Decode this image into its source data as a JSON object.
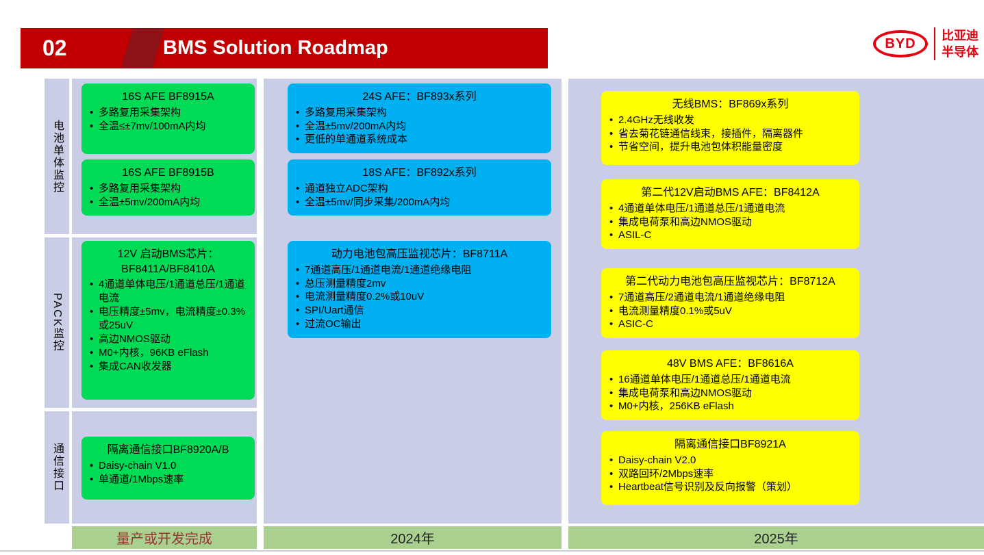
{
  "header": {
    "section_number": "02",
    "title": "BMS Solution Roadmap",
    "logo": {
      "brand": "BYD",
      "company_line1": "比亚迪",
      "company_line2": "半导体"
    }
  },
  "colors": {
    "accent_red": "#C00000",
    "logo_red": "#E60012",
    "green_card": "#00DB55",
    "blue_card": "#00B0F0",
    "yellow_card": "#FFFF00",
    "column_bg": "#C9CEE6",
    "footer_bar_green": "#A9D08E"
  },
  "rows": [
    {
      "label": "电池单体监控"
    },
    {
      "label": "PACK监控"
    },
    {
      "label": "通信接口"
    }
  ],
  "columns": [
    {
      "footer_label": "量产或开发完成",
      "cards": [
        {
          "title": "16S AFE BF8915A",
          "bullets": [
            "多路复用采集架构",
            "全温≤±7mv/100mA内均"
          ]
        },
        {
          "title": "16S AFE BF8915B",
          "bullets": [
            "多路复用采集架构",
            "全温±5mv/200mA内均"
          ]
        },
        {
          "title": "12V 启动BMS芯片：\nBF8411A/BF8410A",
          "bullets": [
            "4通道单体电压/1通道总压/1通道电流",
            "电压精度±5mv，电流精度±0.3%或25uV",
            "高边NMOS驱动",
            "M0+内核，96KB eFlash",
            "集成CAN收发器"
          ]
        },
        {
          "title": "隔离通信接口BF8920A/B",
          "bullets": [
            "Daisy-chain V1.0",
            "单通道/1Mbps速率"
          ]
        }
      ]
    },
    {
      "footer_label": "2024年",
      "cards": [
        {
          "title": "24S AFE：BF893x系列",
          "bullets": [
            "多路复用采集架构",
            "全温±5mv/200mA内均",
            "更低的单通道系统成本"
          ]
        },
        {
          "title": "18S AFE：BF892x系列",
          "bullets": [
            "通道独立ADC架构",
            "全温±5mv/同步采集/200mA内均"
          ]
        },
        {
          "title": "动力电池包高压监视芯片：BF8711A",
          "bullets": [
            "7通道高压/1通道电流/1通道绝缘电阻",
            "总压测量精度2mv",
            "电流测量精度0.2%或10uV",
            "SPI/Uart通信",
            "过流OC输出"
          ]
        }
      ]
    },
    {
      "footer_label": "2025年",
      "cards": [
        {
          "title": "无线BMS：BF869x系列",
          "bullets": [
            "2.4GHz无线收发",
            "省去菊花链通信线束，接插件，隔离器件",
            "节省空间，提升电池包体积能量密度"
          ]
        },
        {
          "title": "第二代12V启动BMS AFE：BF8412A",
          "bullets": [
            "4通道单体电压/1通道总压/1通道电流",
            "集成电荷泵和高边NMOS驱动",
            "ASIL-C"
          ]
        },
        {
          "title": "第二代动力电池包高压监视芯片：BF8712A",
          "bullets": [
            "7通道高压/2通道电流/1通道绝缘电阻",
            "电流测量精度0.1%或5uV",
            "ASIC-C"
          ]
        },
        {
          "title": "48V BMS AFE：BF8616A",
          "bullets": [
            "16通道单体电压/1通道总压/1通道电流",
            "集成电荷泵和高边NMOS驱动",
            "M0+内核，256KB eFlash"
          ]
        },
        {
          "title": "隔离通信接口BF8921A",
          "bullets": [
            "Daisy-chain V2.0",
            "双路回环/2Mbps速率",
            "Heartbeat信号识别及反向报警（策划）"
          ]
        }
      ]
    }
  ]
}
